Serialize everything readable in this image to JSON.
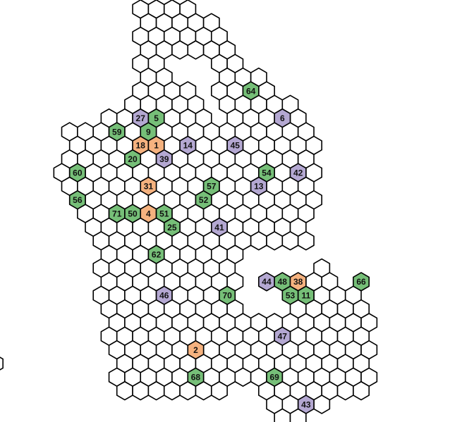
{
  "colors": {
    "empty": "#ffffff",
    "green": "#76bf78",
    "orange": "#f5b27f",
    "purple": "#b4a8d2",
    "edge": "#000000"
  },
  "tiles": [
    {
      "id": "59",
      "q": 5,
      "r": 0,
      "color": "green"
    },
    {
      "id": "27",
      "q": 7,
      "r": -1,
      "color": "purple"
    },
    {
      "id": "9",
      "q": 7,
      "r": 0,
      "color": "green"
    },
    {
      "id": "5",
      "q": 8,
      "r": -1,
      "color": "green"
    },
    {
      "id": "18",
      "q": 6,
      "r": 1,
      "color": "orange"
    },
    {
      "id": "1",
      "q": 7,
      "r": 1,
      "color": "orange"
    },
    {
      "id": "20",
      "q": 5,
      "r": 2,
      "color": "green"
    },
    {
      "id": "39",
      "q": 7,
      "r": 2,
      "color": "purple"
    },
    {
      "id": "14",
      "q": 9,
      "r": 1,
      "color": "purple"
    },
    {
      "id": "60",
      "q": 1,
      "r": 3,
      "color": "green"
    },
    {
      "id": "64",
      "q": 15,
      "r": -3,
      "color": "green"
    },
    {
      "id": "6",
      "q": 16,
      "r": -1,
      "color": "purple"
    },
    {
      "id": "45",
      "q": 12,
      "r": 1,
      "color": "purple"
    },
    {
      "id": "56",
      "q": 0,
      "r": 5,
      "color": "green"
    },
    {
      "id": "31",
      "q": 5,
      "r": 4,
      "color": "orange"
    },
    {
      "id": "57",
      "q": 9,
      "r": 4,
      "color": "green"
    },
    {
      "id": "52",
      "q": 8,
      "r": 5,
      "color": "green"
    },
    {
      "id": "71",
      "q": 2,
      "r": 6,
      "color": "green"
    },
    {
      "id": "50",
      "q": 3,
      "r": 6,
      "color": "green"
    },
    {
      "id": "4",
      "q": 4,
      "r": 6,
      "color": "orange"
    },
    {
      "id": "51",
      "q": 5,
      "r": 6,
      "color": "green"
    },
    {
      "id": "25",
      "q": 5,
      "r": 7,
      "color": "green"
    },
    {
      "id": "54",
      "q": 13,
      "r": 3,
      "color": "green"
    },
    {
      "id": "13",
      "q": 12,
      "r": 4,
      "color": "purple"
    },
    {
      "id": "42",
      "q": 15,
      "r": 3,
      "color": "purple"
    },
    {
      "id": "62",
      "q": 3,
      "r": 9,
      "color": "green"
    },
    {
      "id": "41",
      "q": 8,
      "r": 7,
      "color": "purple"
    },
    {
      "id": "46",
      "q": 2,
      "r": 12,
      "color": "purple"
    },
    {
      "id": "70",
      "q": 6,
      "r": 12,
      "color": "green"
    },
    {
      "id": "44",
      "q": 9,
      "r": 11,
      "color": "purple"
    },
    {
      "id": "48",
      "q": 10,
      "r": 11,
      "color": "green"
    },
    {
      "id": "38",
      "q": 11,
      "r": 11,
      "color": "orange"
    },
    {
      "id": "53",
      "q": 10,
      "r": 12,
      "color": "green"
    },
    {
      "id": "11",
      "q": 11,
      "r": 12,
      "color": "green"
    },
    {
      "id": "2",
      "q": 2,
      "r": 16,
      "color": "orange"
    },
    {
      "id": "68",
      "q": 1,
      "r": 18,
      "color": "green"
    },
    {
      "id": "47",
      "q": 8,
      "r": 15,
      "color": "purple"
    },
    {
      "id": "69",
      "q": 6,
      "r": 18,
      "color": "green"
    },
    {
      "id": "43",
      "q": 7,
      "r": 20,
      "color": "purple"
    },
    {
      "id": "66",
      "q": 15,
      "r": 11,
      "color": "green"
    }
  ]
}
